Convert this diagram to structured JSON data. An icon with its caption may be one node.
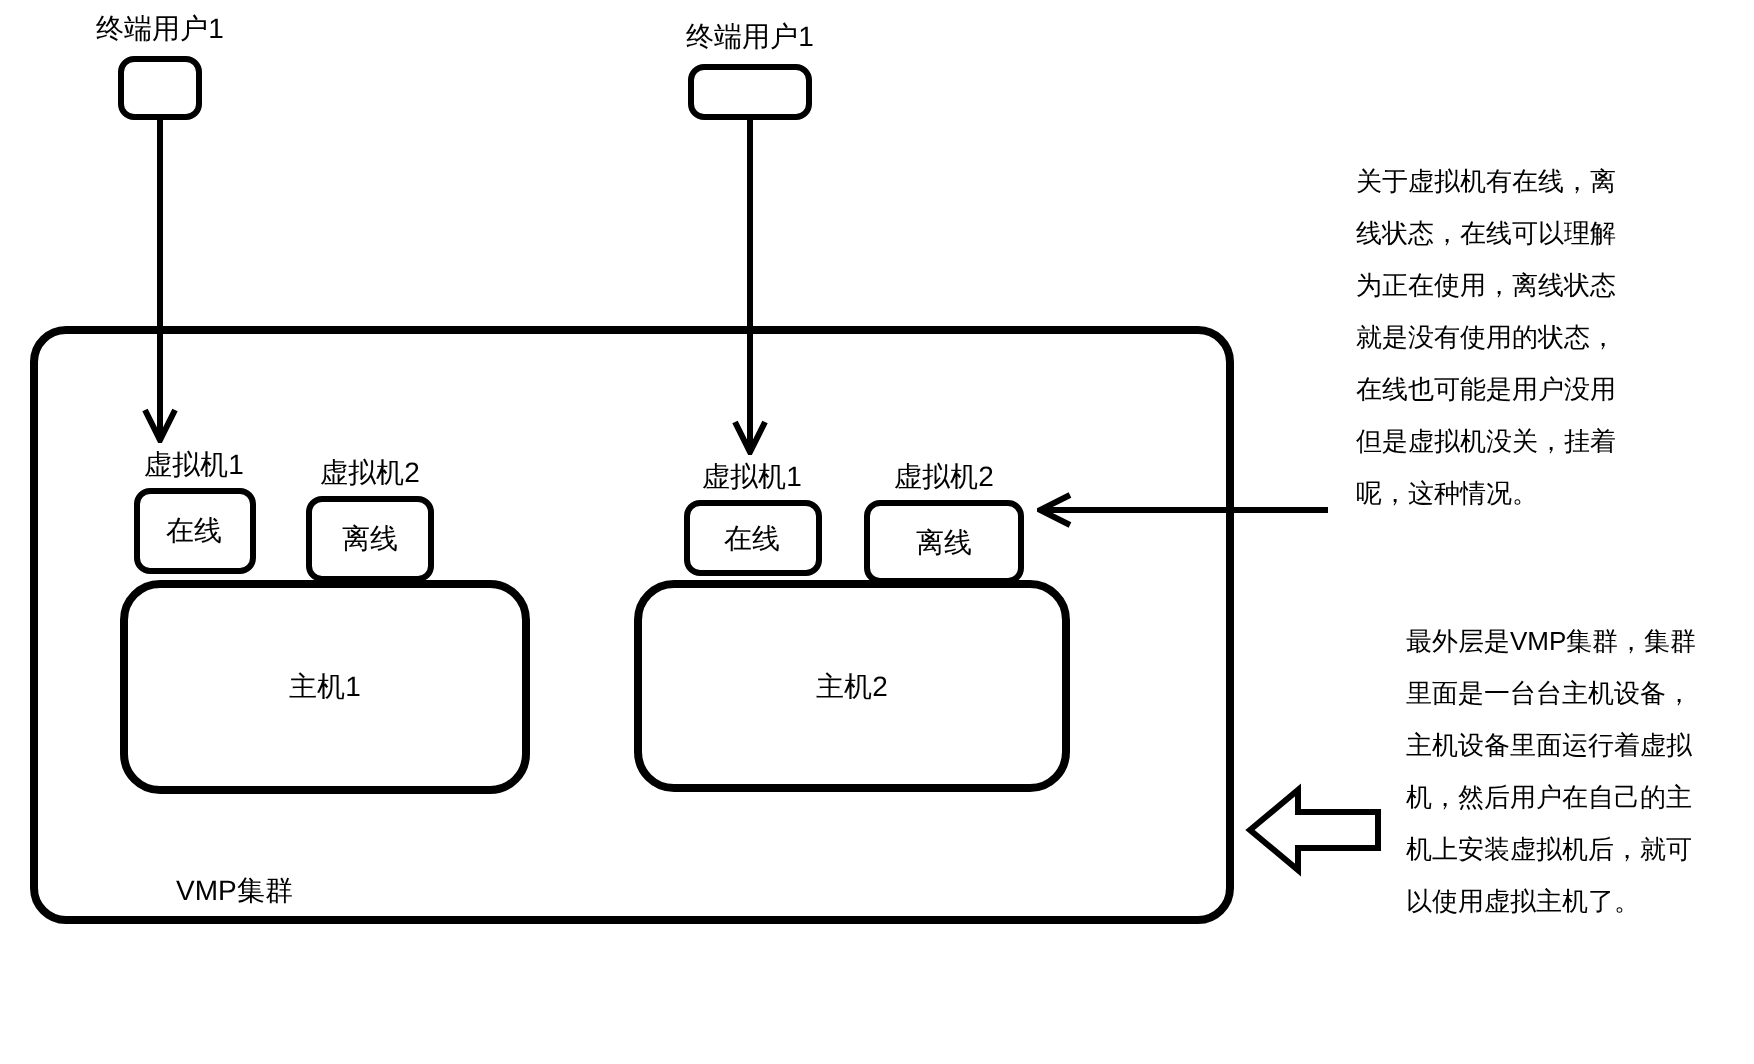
{
  "diagram": {
    "nodes": [
      {
        "text": [
          "终端用户1"
        ]
      },
      {
        "text": [
          "终端用户1"
        ]
      },
      {
        "text": [
          "VMP集群"
        ]
      },
      {
        "text": [
          "主机1"
        ],
        "in": 2
      },
      {
        "text": [
          "虚拟机1",
          "在线"
        ],
        "in": 2
      },
      {
        "text": [
          "虚拟机2",
          "离线"
        ],
        "in": 2
      },
      {
        "text": [
          "主机2"
        ],
        "in": 2
      },
      {
        "text": [
          "虚拟机1",
          "在线"
        ],
        "in": 2
      },
      {
        "text": [
          "虚拟机2",
          "离线"
        ],
        "in": 2
      },
      {
        "text": [
          "关于虚拟机有在线，离线状态，在线可以理解为正在使用，离线状态就是没有使用的状态，在线也可能是用户没用但是虚拟机没关，挂着呢，这种情况。"
        ]
      },
      {
        "text": [
          "最外层是VMP集群，集群里面是一台台主机设备，主机设备里面运行着虚拟机，然后用户在自己的主机上安装虚拟机后，就可以使用虚拟主机了。"
        ]
      }
    ],
    "edges": [
      {
        "from": 0,
        "to": 4,
        "arrow": "to"
      },
      {
        "from": 1,
        "to": 7,
        "arrow": "to"
      },
      {
        "from": 9,
        "to": 8,
        "arrow": "to"
      },
      {
        "from": 10,
        "to": 2,
        "arrow": "to",
        "style": "thick"
      }
    ]
  }
}
